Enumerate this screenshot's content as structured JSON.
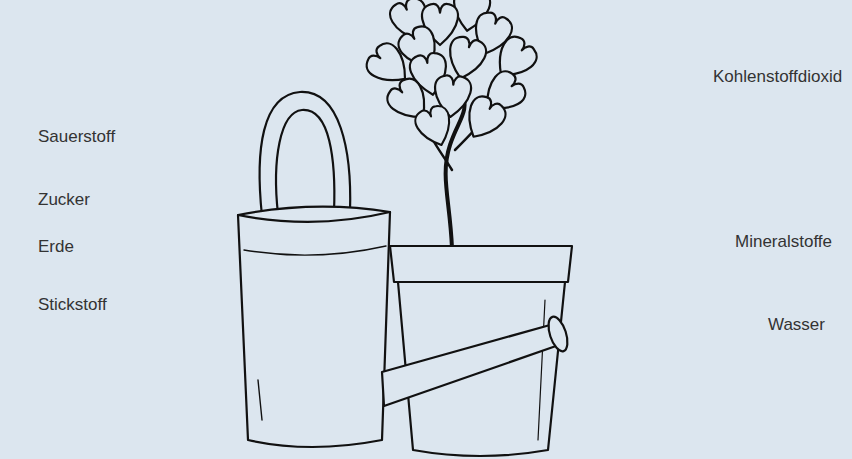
{
  "diagram": {
    "labels": [
      "Sauerstoff",
      "Zucker",
      "Erde",
      "Stickstoff",
      "Kohlenstoffdioxid",
      "Mineralstoffe",
      "Wasser"
    ]
  }
}
